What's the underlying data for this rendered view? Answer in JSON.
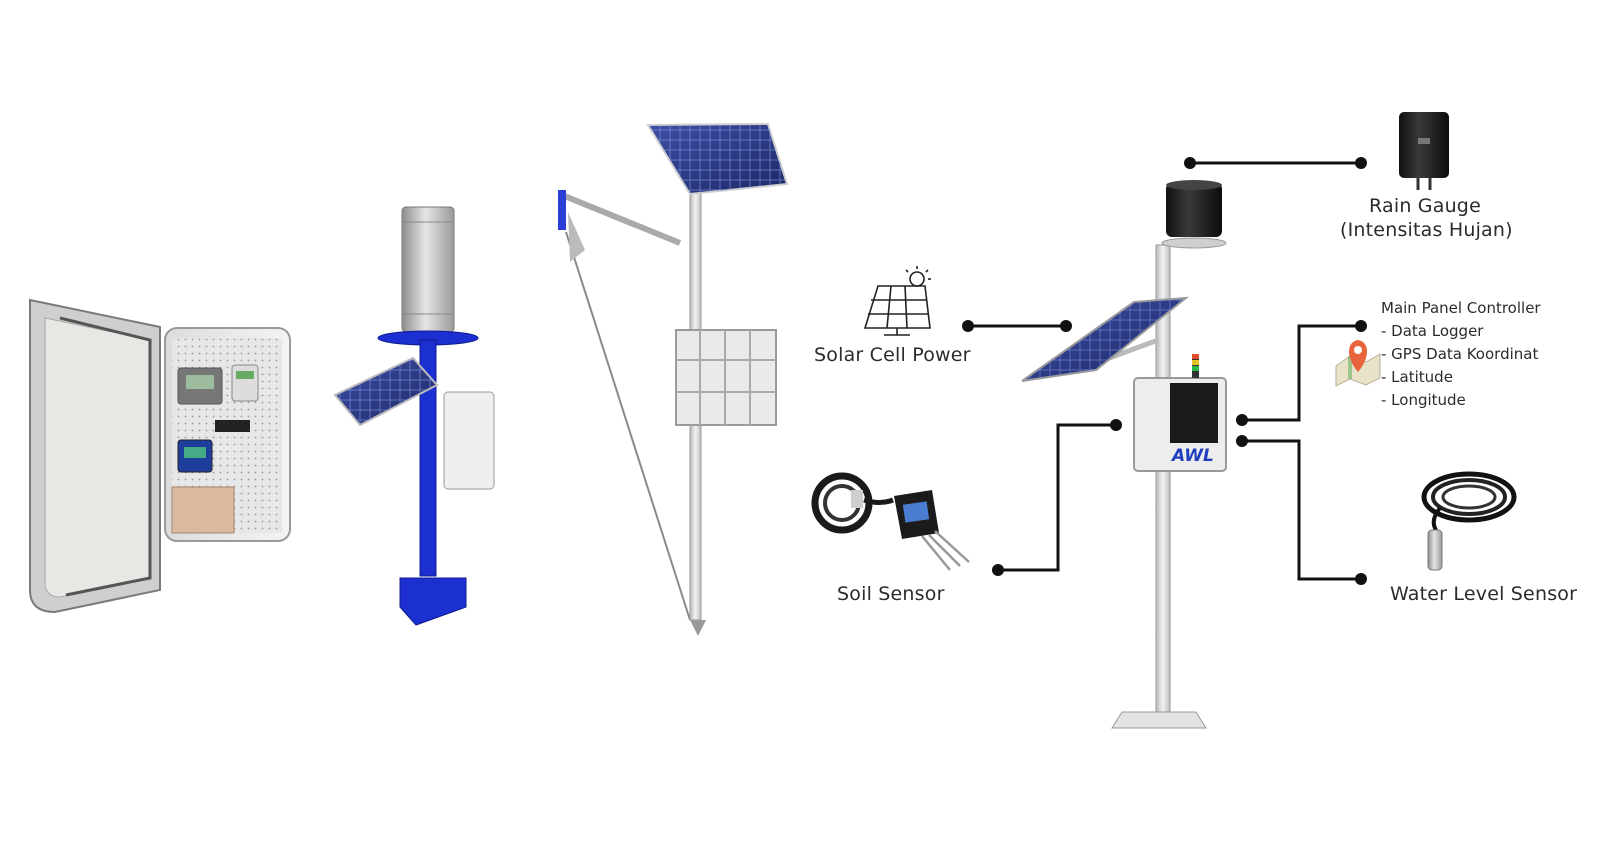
{
  "labels": {
    "rain_gauge_title": "Rain Gauge",
    "rain_gauge_sub": "(Intensitas Hujan)",
    "solar": "Solar Cell Power",
    "soil": "Soil Sensor",
    "water": "Water Level Sensor",
    "panel_title": "Main Panel Controller",
    "panel_items": [
      "- Data Logger",
      "- GPS Data Koordinat",
      "- Latitude",
      "- Longitude"
    ],
    "awl_logo": "AWL"
  },
  "colors": {
    "line": "#111111",
    "pole_blue": "#1c2fd1",
    "awl_blue": "#1f3fbf",
    "solar_blue": "#2a3c8c",
    "gps_pin": "#e8643c"
  },
  "icons": [
    "solar-panel-icon",
    "gps-map-pin-icon"
  ]
}
